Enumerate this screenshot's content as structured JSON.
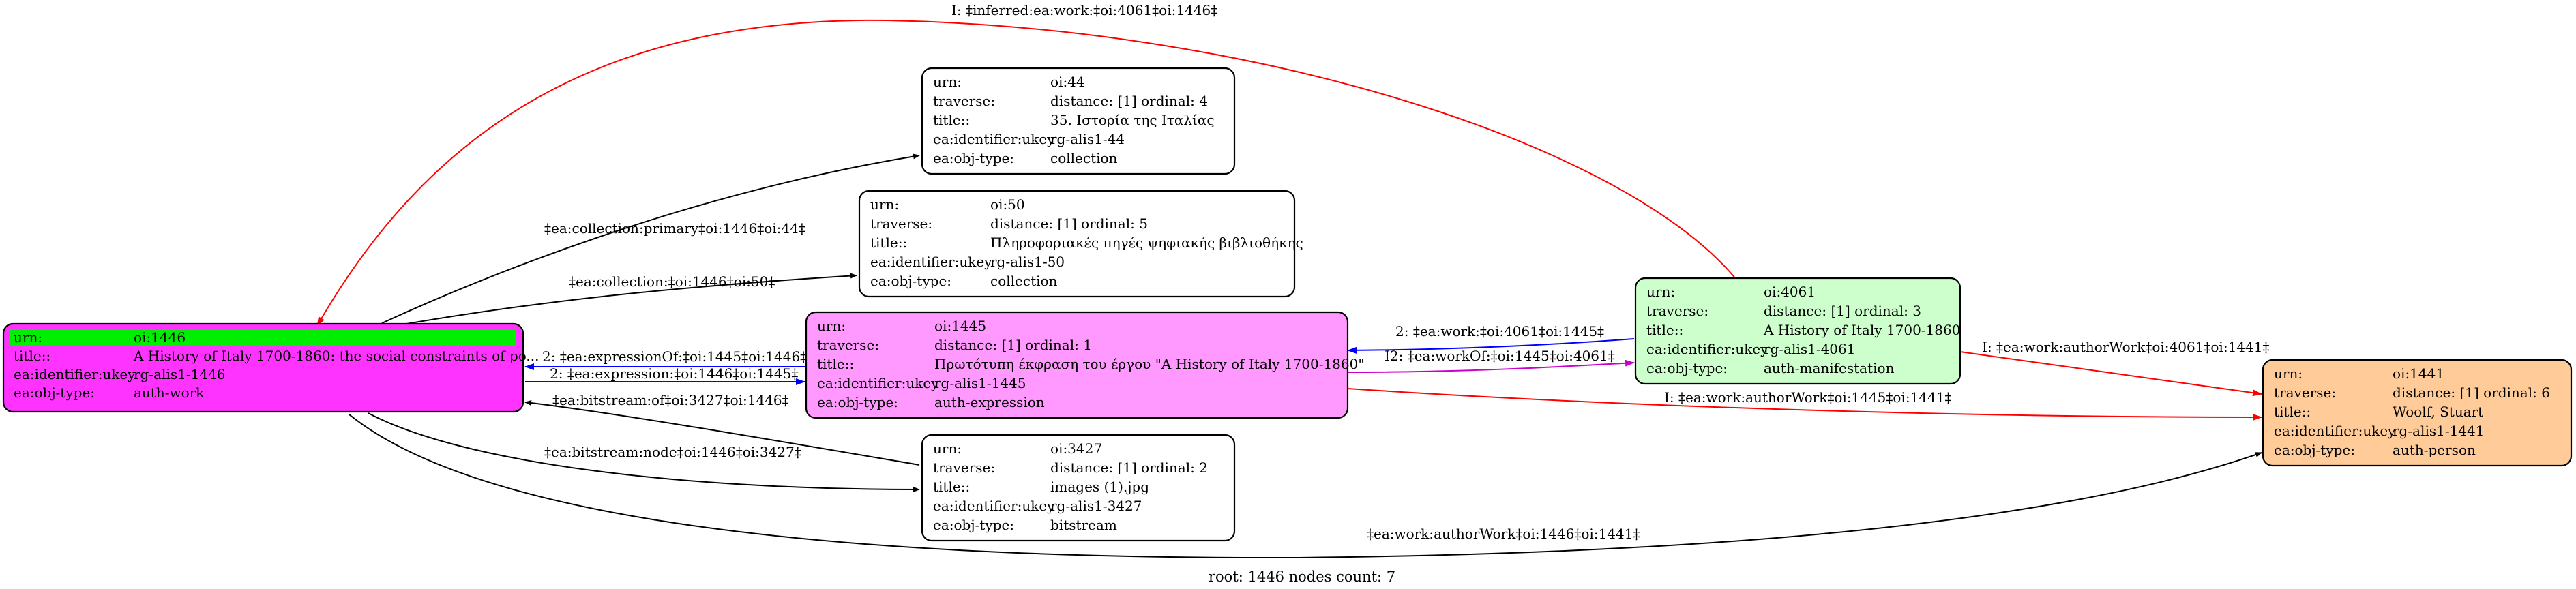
{
  "caption": "root: 1446 nodes count: 7",
  "colors": {
    "work": "#ff33ff",
    "work_header": "#00ee00",
    "expression": "#ff99ff",
    "manifestation": "#ccffcc",
    "person": "#ffcc99",
    "plain": "#ffffff",
    "edge_red": "#ff0000",
    "edge_blue": "#0000ff",
    "edge_magenta": "#cc00cc",
    "edge_black": "#000000"
  },
  "nodes": {
    "n1446": {
      "rows": [
        {
          "k": "urn:",
          "v": "oi:1446"
        },
        {
          "k": "title::",
          "v": "A History of Italy 1700-1860: the social constraints of po..."
        },
        {
          "k": "ea:identifier:ukey",
          "v": "rg-alis1-1446"
        },
        {
          "k": "ea:obj-type:",
          "v": "auth-work"
        }
      ]
    },
    "n44": {
      "rows": [
        {
          "k": "urn:",
          "v": "oi:44"
        },
        {
          "k": "traverse:",
          "v": "distance: [1]     ordinal: 4"
        },
        {
          "k": "title::",
          "v": "35. Ιστορία της Ιταλίας"
        },
        {
          "k": "ea:identifier:ukey",
          "v": "rg-alis1-44"
        },
        {
          "k": "ea:obj-type:",
          "v": "collection"
        }
      ]
    },
    "n50": {
      "rows": [
        {
          "k": "urn:",
          "v": "oi:50"
        },
        {
          "k": "traverse:",
          "v": "distance: [1]     ordinal: 5"
        },
        {
          "k": "title::",
          "v": "Πληροφοριακές πηγές ψηφιακής βιβλιοθήκης"
        },
        {
          "k": "ea:identifier:ukey",
          "v": "rg-alis1-50"
        },
        {
          "k": "ea:obj-type:",
          "v": "collection"
        }
      ]
    },
    "n1445": {
      "rows": [
        {
          "k": "urn:",
          "v": "oi:1445"
        },
        {
          "k": "traverse:",
          "v": "distance: [1]     ordinal: 1"
        },
        {
          "k": "title::",
          "v": "Πρωτότυπη έκφραση του έργου \"A History of Italy 1700-1860\""
        },
        {
          "k": "ea:identifier:ukey",
          "v": "rg-alis1-1445"
        },
        {
          "k": "ea:obj-type:",
          "v": "auth-expression"
        }
      ]
    },
    "n3427": {
      "rows": [
        {
          "k": "urn:",
          "v": "oi:3427"
        },
        {
          "k": "traverse:",
          "v": "distance: [1]     ordinal: 2"
        },
        {
          "k": "title::",
          "v": "images (1).jpg"
        },
        {
          "k": "ea:identifier:ukey",
          "v": "rg-alis1-3427"
        },
        {
          "k": "ea:obj-type:",
          "v": "bitstream"
        }
      ]
    },
    "n4061": {
      "rows": [
        {
          "k": "urn:",
          "v": "oi:4061"
        },
        {
          "k": "traverse:",
          "v": "distance: [1]     ordinal: 3"
        },
        {
          "k": "title::",
          "v": "A History of Italy 1700-1860"
        },
        {
          "k": "ea:identifier:ukey",
          "v": "rg-alis1-4061"
        },
        {
          "k": "ea:obj-type:",
          "v": "auth-manifestation"
        }
      ]
    },
    "n1441": {
      "rows": [
        {
          "k": "urn:",
          "v": "oi:1441"
        },
        {
          "k": "traverse:",
          "v": "distance: [1]     ordinal: 6"
        },
        {
          "k": "title::",
          "v": "Woolf, Stuart"
        },
        {
          "k": "ea:identifier:ukey",
          "v": "rg-alis1-1441"
        },
        {
          "k": "ea:obj-type:",
          "v": "auth-person"
        }
      ]
    }
  },
  "edges": {
    "inferred": "I: ‡inferred:ea:work:‡oi:4061‡oi:1446‡",
    "collection_primary": "‡ea:collection:primary‡oi:1446‡oi:44‡",
    "collection_50": "‡ea:collection:‡oi:1446‡oi:50‡",
    "expression_of": "2: ‡ea:expressionOf:‡oi:1445‡oi:1446‡",
    "expression": "2: ‡ea:expression:‡oi:1446‡oi:1445‡",
    "bitstream_of": "‡ea:bitstream:of‡oi:3427‡oi:1446‡",
    "bitstream_node": "‡ea:bitstream:node‡oi:1446‡oi:3427‡",
    "work_4061_1445": "2: ‡ea:work:‡oi:4061‡oi:1445‡",
    "work_of": "I2: ‡ea:workOf:‡oi:1445‡oi:4061‡",
    "author_4061": "I: ‡ea:work:authorWork‡oi:4061‡oi:1441‡",
    "author_1445": "I: ‡ea:work:authorWork‡oi:1445‡oi:1441‡",
    "author_1446": "‡ea:work:authorWork‡oi:1446‡oi:1441‡"
  }
}
